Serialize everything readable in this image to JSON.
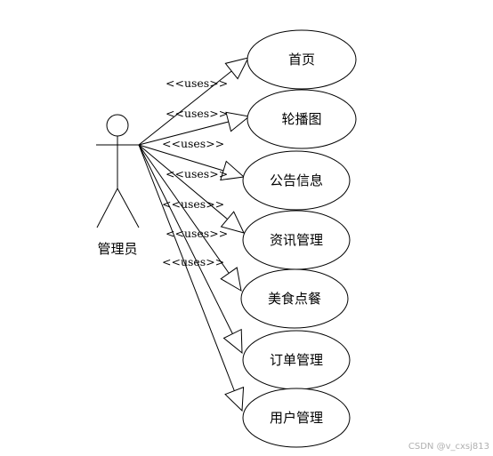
{
  "actor": {
    "label": "管理员"
  },
  "stereotype_label": "<<uses>>",
  "use_cases": [
    {
      "label": "首页"
    },
    {
      "label": "轮播图"
    },
    {
      "label": "公告信息"
    },
    {
      "label": "资讯管理"
    },
    {
      "label": "美食点餐"
    },
    {
      "label": "订单管理"
    },
    {
      "label": "用户管理"
    }
  ],
  "watermark": "CSDN @v_cxsj813"
}
